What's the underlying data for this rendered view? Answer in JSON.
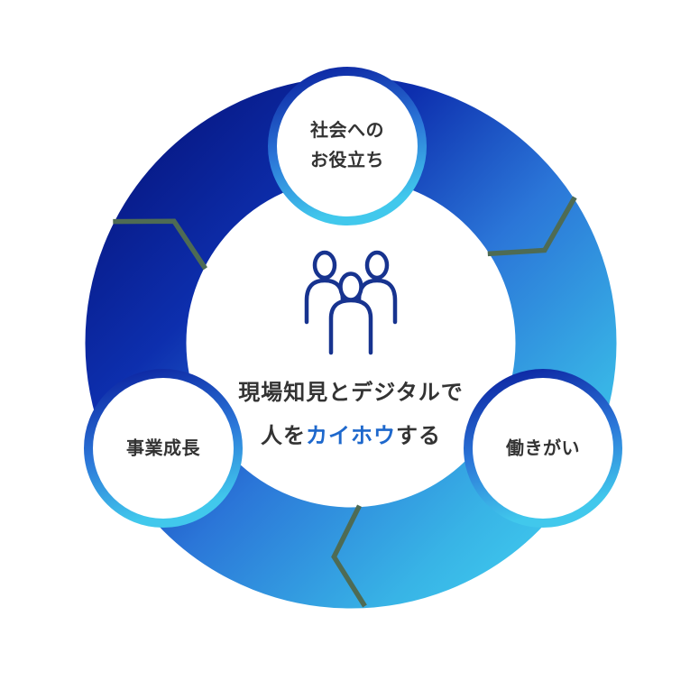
{
  "diagram": {
    "title_hidden": "",
    "center": {
      "icon": "people-group-icon",
      "line1": "現場知見とデジタルで",
      "line2_pre": "人を",
      "line2_accent": "カイホウ",
      "line2_post": "する"
    },
    "nodes": [
      {
        "id": "society",
        "label_line1": "社会への",
        "label_line2": "お役立ち"
      },
      {
        "id": "business-growth",
        "label": "事業成長"
      },
      {
        "id": "job-satisfaction",
        "label": "働きがい"
      }
    ],
    "colors": {
      "ring_dark_navy": "#0a1f9e",
      "ring_mid_blue": "#2b76d8",
      "ring_cyan": "#3fcaee",
      "node_fill": "#ffffff",
      "text_dark": "#333333",
      "accent_text_blue": "#1e68cc",
      "icon_stroke_navy": "#17338f",
      "segment_gap_line": "#4e6b54"
    }
  }
}
